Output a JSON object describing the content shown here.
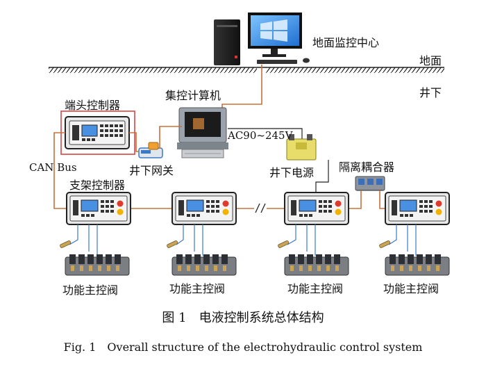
{
  "labels": {
    "ground_monitor": "地面监控中心",
    "ground": "地面",
    "underground": "井下",
    "central_computer": "集控计算机",
    "end_controller": "端头控制器",
    "can_bus": "CAN Bus",
    "gateway": "井下网关",
    "power_voltage": "AC90~245V",
    "power_supply": "井下电源",
    "isolation_coupler": "隔离耦合器",
    "support_controller": "支架控制器",
    "valve": "功能主控阀"
  },
  "caption": {
    "zh": "图 1　电液控制系统总体结构",
    "en": "Fig. 1　Overall structure of the electrohydraulic control system"
  },
  "colors": {
    "cable": "#c8703a",
    "highlight_box": "#d64545",
    "screen": "#4a90e2",
    "button_red": "#e03a2f",
    "button_yellow": "#f2b300",
    "line": "#222222"
  }
}
